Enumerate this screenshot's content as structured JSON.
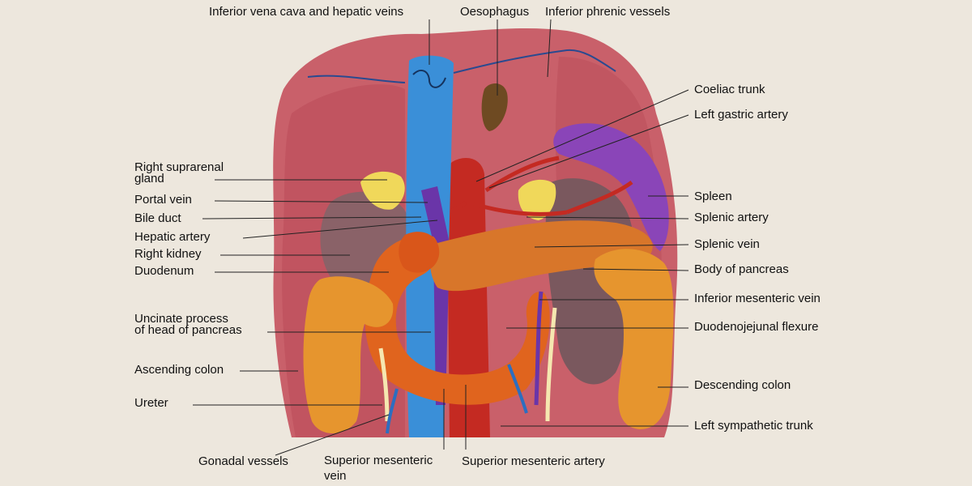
{
  "labels": {
    "ivc_hepatic": "Inferior vena cava and hepatic veins",
    "oesophagus": "Oesophagus",
    "inferior_phrenic": "Inferior phrenic vessels",
    "coeliac_trunk": "Coeliac trunk",
    "left_gastric": "Left gastric artery",
    "right_suprarenal_1": "Right suprarenal",
    "right_suprarenal_2": "gland",
    "portal_vein": "Portal vein",
    "bile_duct": "Bile duct",
    "hepatic_artery": "Hepatic artery",
    "right_kidney": "Right kidney",
    "duodenum": "Duodenum",
    "uncinate_1": "Uncinate process",
    "uncinate_2": "of head of pancreas",
    "ascending_colon": "Ascending colon",
    "ureter": "Ureter",
    "gonadal": "Gonadal vessels",
    "sup_mes_vein_1": "Superior mesenteric",
    "sup_mes_vein_2": "vein",
    "sup_mes_artery": "Superior mesenteric artery",
    "spleen": "Spleen",
    "splenic_artery": "Splenic artery",
    "splenic_vein": "Splenic vein",
    "body_pancreas": "Body of pancreas",
    "inf_mes_vein": "Inferior mesenteric vein",
    "duodenojejunal": "Duodenojejunal flexure",
    "descending_colon": "Descending colon",
    "left_sympathetic": "Left sympathetic trunk"
  },
  "colors": {
    "background": "#ede7dd",
    "diaphragm": "#c9606a",
    "liver_shadow": "#b94b57",
    "kidney": "#8a6268",
    "suprarenal": "#f0d85a",
    "ivc": "#3a8fd8",
    "aorta": "#c42a22",
    "portal_vein": "#6a35a8",
    "spleen": "#8a45b8",
    "pancreas": "#d8762a",
    "duodenum": "#e0641e",
    "colon": "#e6952e",
    "leader_line": "#222222"
  }
}
